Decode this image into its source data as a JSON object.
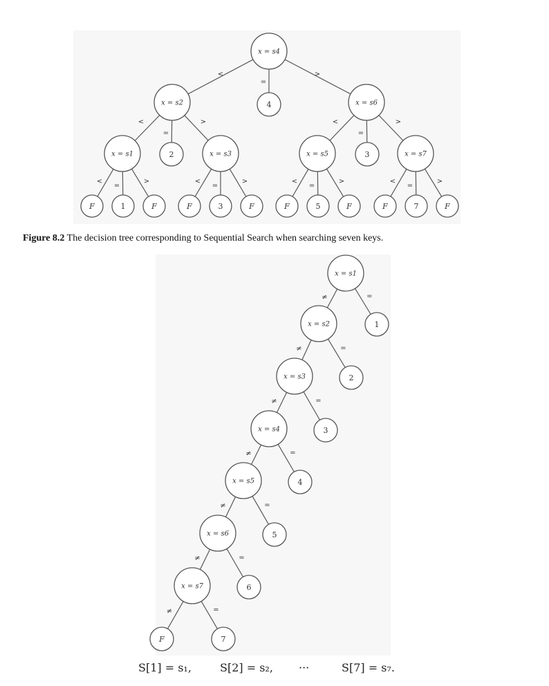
{
  "figure_8_2": {
    "caption_label": "Figure 8.2",
    "caption_text": "The decision tree corresponding to Sequential Search when searching seven keys.",
    "edge_labels": {
      "less": "<",
      "equal": "=",
      "greater": ">"
    },
    "internal_nodes": [
      {
        "label": "x = s4"
      },
      {
        "label": "x = s2"
      },
      {
        "label": "x = s6"
      },
      {
        "label": "x = s1"
      },
      {
        "label": "x = s3"
      },
      {
        "label": "x = s5"
      },
      {
        "label": "x = s7"
      }
    ],
    "leaves": [
      "4",
      "2",
      "3",
      "F",
      "1",
      "F",
      "F",
      "3",
      "F",
      "F",
      "5",
      "F",
      "F",
      "7",
      "F"
    ]
  },
  "sequential_tree": {
    "edge_labels": {
      "not_equal": "≠",
      "equal": "="
    },
    "internal_nodes": [
      {
        "label": "x = s1"
      },
      {
        "label": "x = s2"
      },
      {
        "label": "x = s3"
      },
      {
        "label": "x = s4"
      },
      {
        "label": "x = s5"
      },
      {
        "label": "x = s6"
      },
      {
        "label": "x = s7"
      }
    ],
    "leaves": [
      "1",
      "2",
      "3",
      "4",
      "5",
      "6",
      "7",
      "F"
    ]
  },
  "footer_math": {
    "item1": "S[1] = s₁,",
    "item2": "S[2] = s₂,",
    "ellipsis": "···",
    "item3": "S[7] = s₇."
  }
}
